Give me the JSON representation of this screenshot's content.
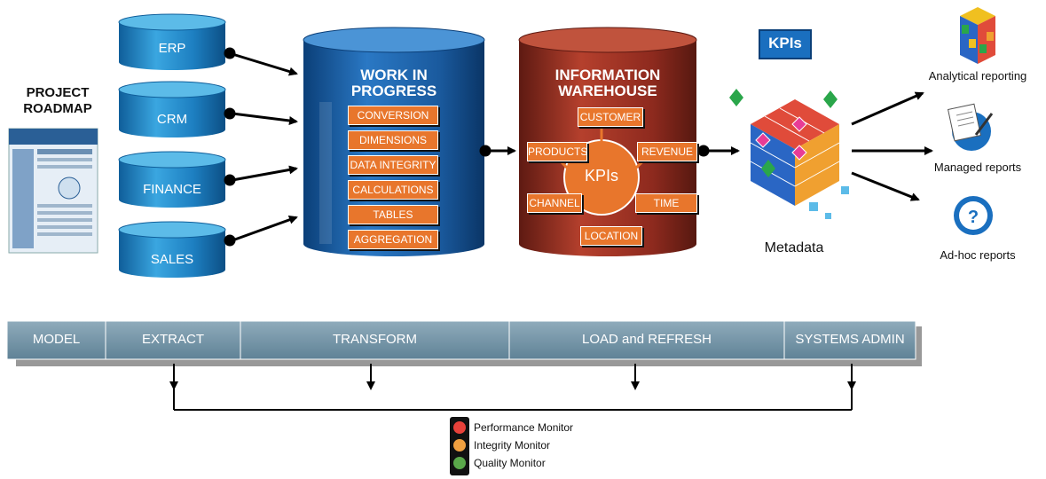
{
  "roadmap": {
    "title_line1": "PROJECT",
    "title_line2": "ROADMAP"
  },
  "sources": [
    "ERP",
    "CRM",
    "FINANCE",
    "SALES"
  ],
  "wip": {
    "title_line1": "WORK IN",
    "title_line2": "PROGRESS",
    "steps": [
      "CONVERSION",
      "DIMENSIONS",
      "DATA INTEGRITY",
      "CALCULATIONS",
      "TABLES",
      "AGGREGATION"
    ]
  },
  "warehouse": {
    "title_line1": "INFORMATION",
    "title_line2": "WAREHOUSE",
    "center": "KPIs",
    "dimensions": [
      "CUSTOMER",
      "PRODUCTS",
      "REVENUE",
      "CHANNEL",
      "TIME",
      "LOCATION"
    ]
  },
  "kpi_badge": "KPIs",
  "metadata_label": "Metadata",
  "outputs": [
    "Analytical reporting",
    "Managed reports",
    "Ad-hoc reports"
  ],
  "phases": [
    "MODEL",
    "EXTRACT",
    "TRANSFORM",
    "LOAD and REFRESH",
    "SYSTEMS ADMIN"
  ],
  "monitors": [
    {
      "label": "Performance Monitor",
      "color": "#e8413a"
    },
    {
      "label": "Integrity Monitor",
      "color": "#f0a040"
    },
    {
      "label": "Quality Monitor",
      "color": "#5aa84a"
    }
  ],
  "colors": {
    "source_cylinder": "#1d7fc1",
    "wip_cylinder": "#1a5a9e",
    "warehouse_cylinder": "#8e2a1e",
    "step_box": "#e8762c",
    "phase_bar": "#6d8fa3",
    "kpi_badge": "#1a6fbf"
  }
}
